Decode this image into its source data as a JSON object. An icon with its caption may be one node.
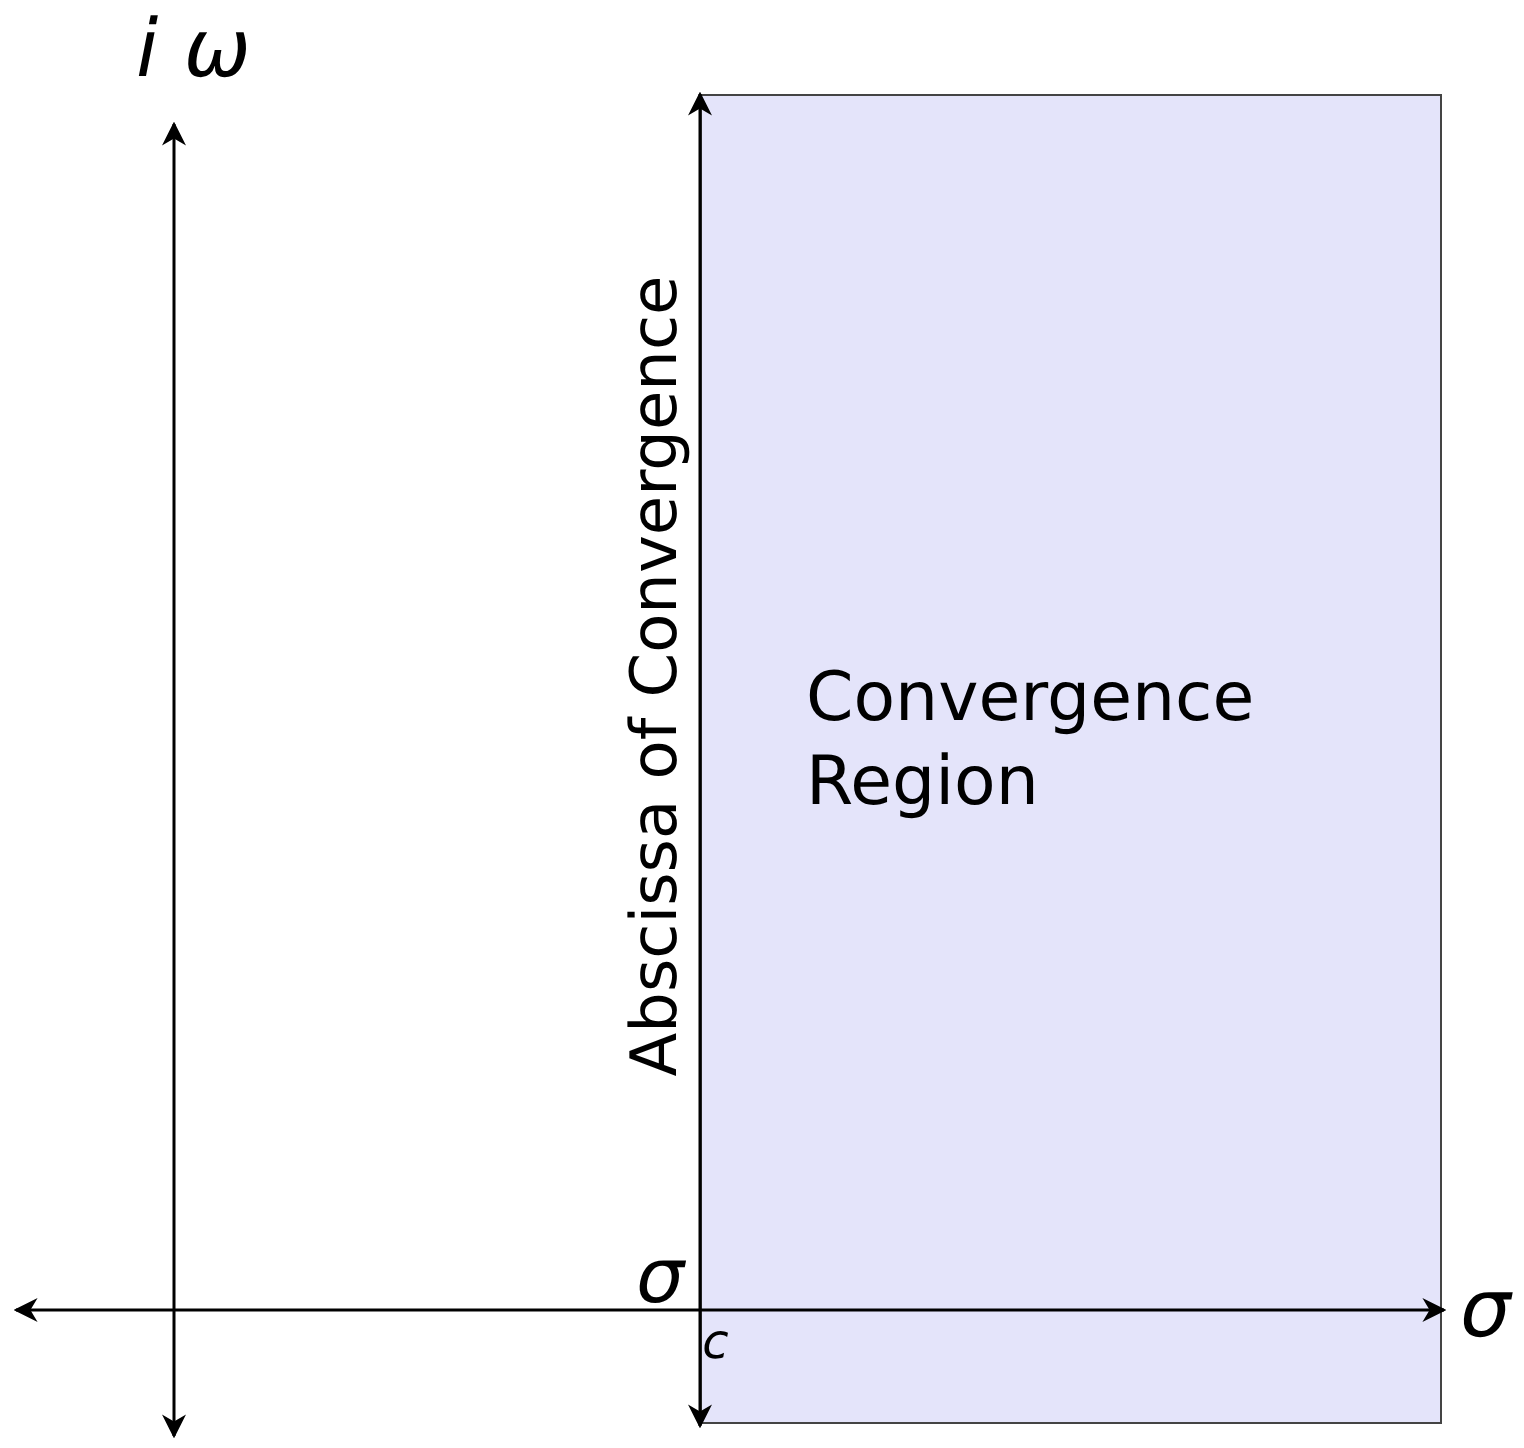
{
  "diagram": {
    "nodes": [
      {
        "text": [
          "Convergence Region"
        ]
      }
    ],
    "labels": [
      "i ω",
      "Abscissa of Convergence",
      "σ$_{c}$",
      "σ"
    ]
  }
}
